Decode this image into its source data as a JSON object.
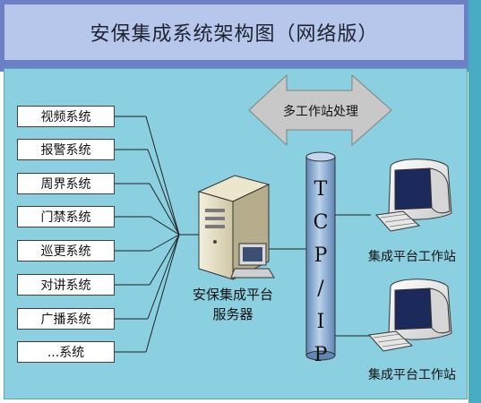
{
  "title": "安保集成系统架构图（网络版）",
  "systems": [
    "视频系统",
    "报警系统",
    "周界系统",
    "门禁系统",
    "巡更系统",
    "对讲系统",
    "广播系统",
    "...系统"
  ],
  "server_label_line1": "安保集成平台",
  "server_label_line2": "服务器",
  "arrow_label": "多工作站处理",
  "network_label": [
    "T",
    "C",
    "P",
    "/",
    "I",
    "P"
  ],
  "workstation_label": "集成平台工作站",
  "colors": {
    "title_band": "#b7c7ec",
    "frame": "#6b80c6",
    "panel": "#8ad0e0",
    "pipe": "#8fb3d4"
  }
}
